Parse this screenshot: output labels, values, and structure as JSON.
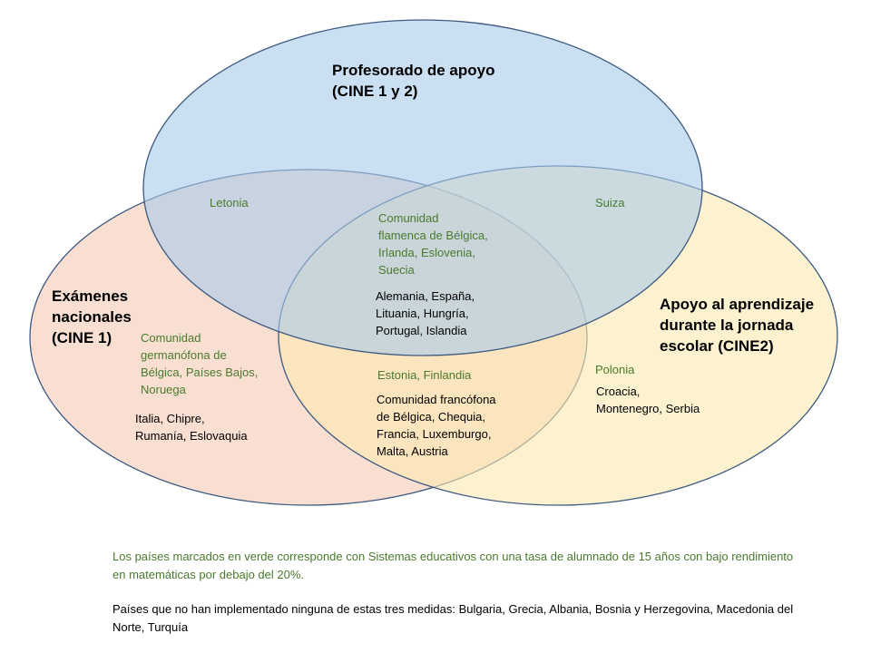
{
  "colors": {
    "top_circle_fill": "#a9c9ea",
    "left_circle_fill": "#f6d2bd",
    "right_circle_fill": "#fbe9b1",
    "circle_stroke": "#3d5a80",
    "highlight_text": "#4a7a2e",
    "normal_text": "#000000"
  },
  "sets": {
    "top": "Profesorado  de apoyo\n(CINE 1 y 2)",
    "left": "Exámenes\nnacionales\n(CINE 1)",
    "right": "Apoyo al aprendizaje\ndurante  la jornada\nescolar  (CINE2)"
  },
  "regions": {
    "top_left": {
      "green": "Letonia"
    },
    "top_right": {
      "green": "Suiza"
    },
    "center": {
      "green": "Comunidad\nflamenca de Bélgica,\nIrlanda, Eslovenia,\nSuecia",
      "black": "Alemania, España,\nLituania, Hungría,\nPortugal, Islandia"
    },
    "left_only": {
      "green": "Comunidad\ngermanófona de\nBélgica, Países Bajos,\nNoruega",
      "black": "Italia, Chipre,\nRumanía, Eslovaquia"
    },
    "left_right": {
      "green": "Estonia, Finlandia",
      "black": "Comunidad francófona\nde Bélgica, Chequia,\nFrancia, Luxemburgo,\nMalta, Austria"
    },
    "right_only": {
      "green": "Polonia",
      "black": "Croacia,\nMontenegro, Serbia"
    }
  },
  "notes": {
    "green_note": "Los países marcados en verde corresponde  con Sistemas educativos con una tasa de alumnado de 15 años con bajo rendimiento  en matemáticas por debajo del 20%.",
    "none_note": "Países que no han implementado  ninguna de estas tres medidas: Bulgaria, Grecia, Albania, Bosnia y Herzegovina, Macedonia del Norte, Turquía"
  }
}
